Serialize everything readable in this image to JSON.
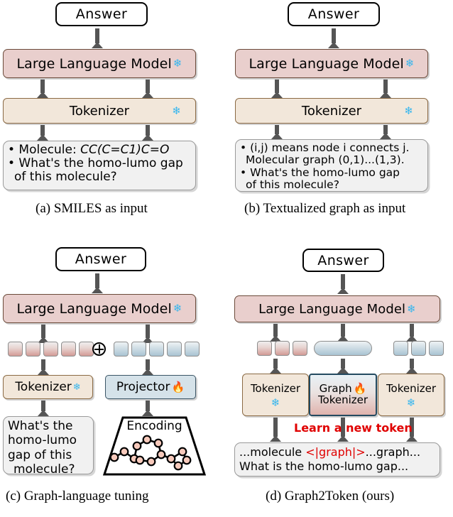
{
  "figure": {
    "title": "Four paradigms for molecular graph question answering with LLMs"
  },
  "common": {
    "answer_label": "Answer",
    "llm_label": "Large Language Model",
    "tokenizer_label": "Tokenizer",
    "snowflake_icon": "❄",
    "fire_icon": "🔥",
    "oplus_icon": "⊕"
  },
  "colors": {
    "llm_fill": "#e9cfcd",
    "llm_border": "#6b4a3a",
    "tokenizer_fill": "#f2e7da",
    "tokenizer_border": "#8b6a44",
    "projector_fill": "#d5e2e9",
    "projector_border": "#3b5566",
    "prompt_fill": "#f1f1f1",
    "prompt_border": "#9a9a9a",
    "arrow": "#555555",
    "red_accent": "#e00000",
    "snowflake_blue": "#36b6ee",
    "node_fill": "#f7c9bb",
    "chip_red": "#d39b96",
    "chip_blue": "#a9c4d3"
  },
  "panel_a": {
    "caption": "(a)  SMILES as input",
    "answer": "Answer",
    "llm": "Large Language Model",
    "tokenizer": "Tokenizer",
    "prompt_line1_prefix": "• Molecule: ",
    "prompt_line1_smiles": "CC(C=C1)C=O",
    "prompt_line2": "• What's the homo-lumo gap",
    "prompt_line3": "of this molecule?"
  },
  "panel_b": {
    "caption": "(b)  Textualized graph as input",
    "answer": "Answer",
    "llm": "Large Language Model",
    "tokenizer": "Tokenizer",
    "prompt_line1": "• (i,j) means node i connects j.",
    "prompt_line2": "Molecular graph (0,1)...(1,3).",
    "prompt_line3": "• What's the homo-lumo gap",
    "prompt_line4": "of this molecule?"
  },
  "panel_c": {
    "caption": "(c)  Graph-language tuning",
    "answer": "Answer",
    "llm": "Large Language Model",
    "tokenizer": "Tokenizer",
    "projector": "Projector",
    "encoding": "Encoding",
    "prompt_line1": "What's the",
    "prompt_line2": "homo-lumo",
    "prompt_line3": "gap of this",
    "prompt_line4": "molecule?",
    "text_chip_count": 5,
    "graph_chip_count": 5,
    "fusion_symbol": "⊕"
  },
  "panel_d": {
    "caption": "(d)  Graph2Token (ours)",
    "answer": "Answer",
    "llm": "Large Language Model",
    "tokenizer_left": "Tokenizer",
    "tokenizer_right": "Tokenizer",
    "graph_tokenizer_line1": "Graph",
    "graph_tokenizer_line2": "Tokenizer",
    "note": "Learn a new token",
    "prompt_line1_a": "...molecule ",
    "prompt_line1_token": "<|graph|>",
    "prompt_line1_b": "...graph...",
    "prompt_line2": "What is the homo-lumo gap...",
    "left_chip_count": 3,
    "right_chip_count": 3,
    "graph_chip_shape": "pill"
  }
}
